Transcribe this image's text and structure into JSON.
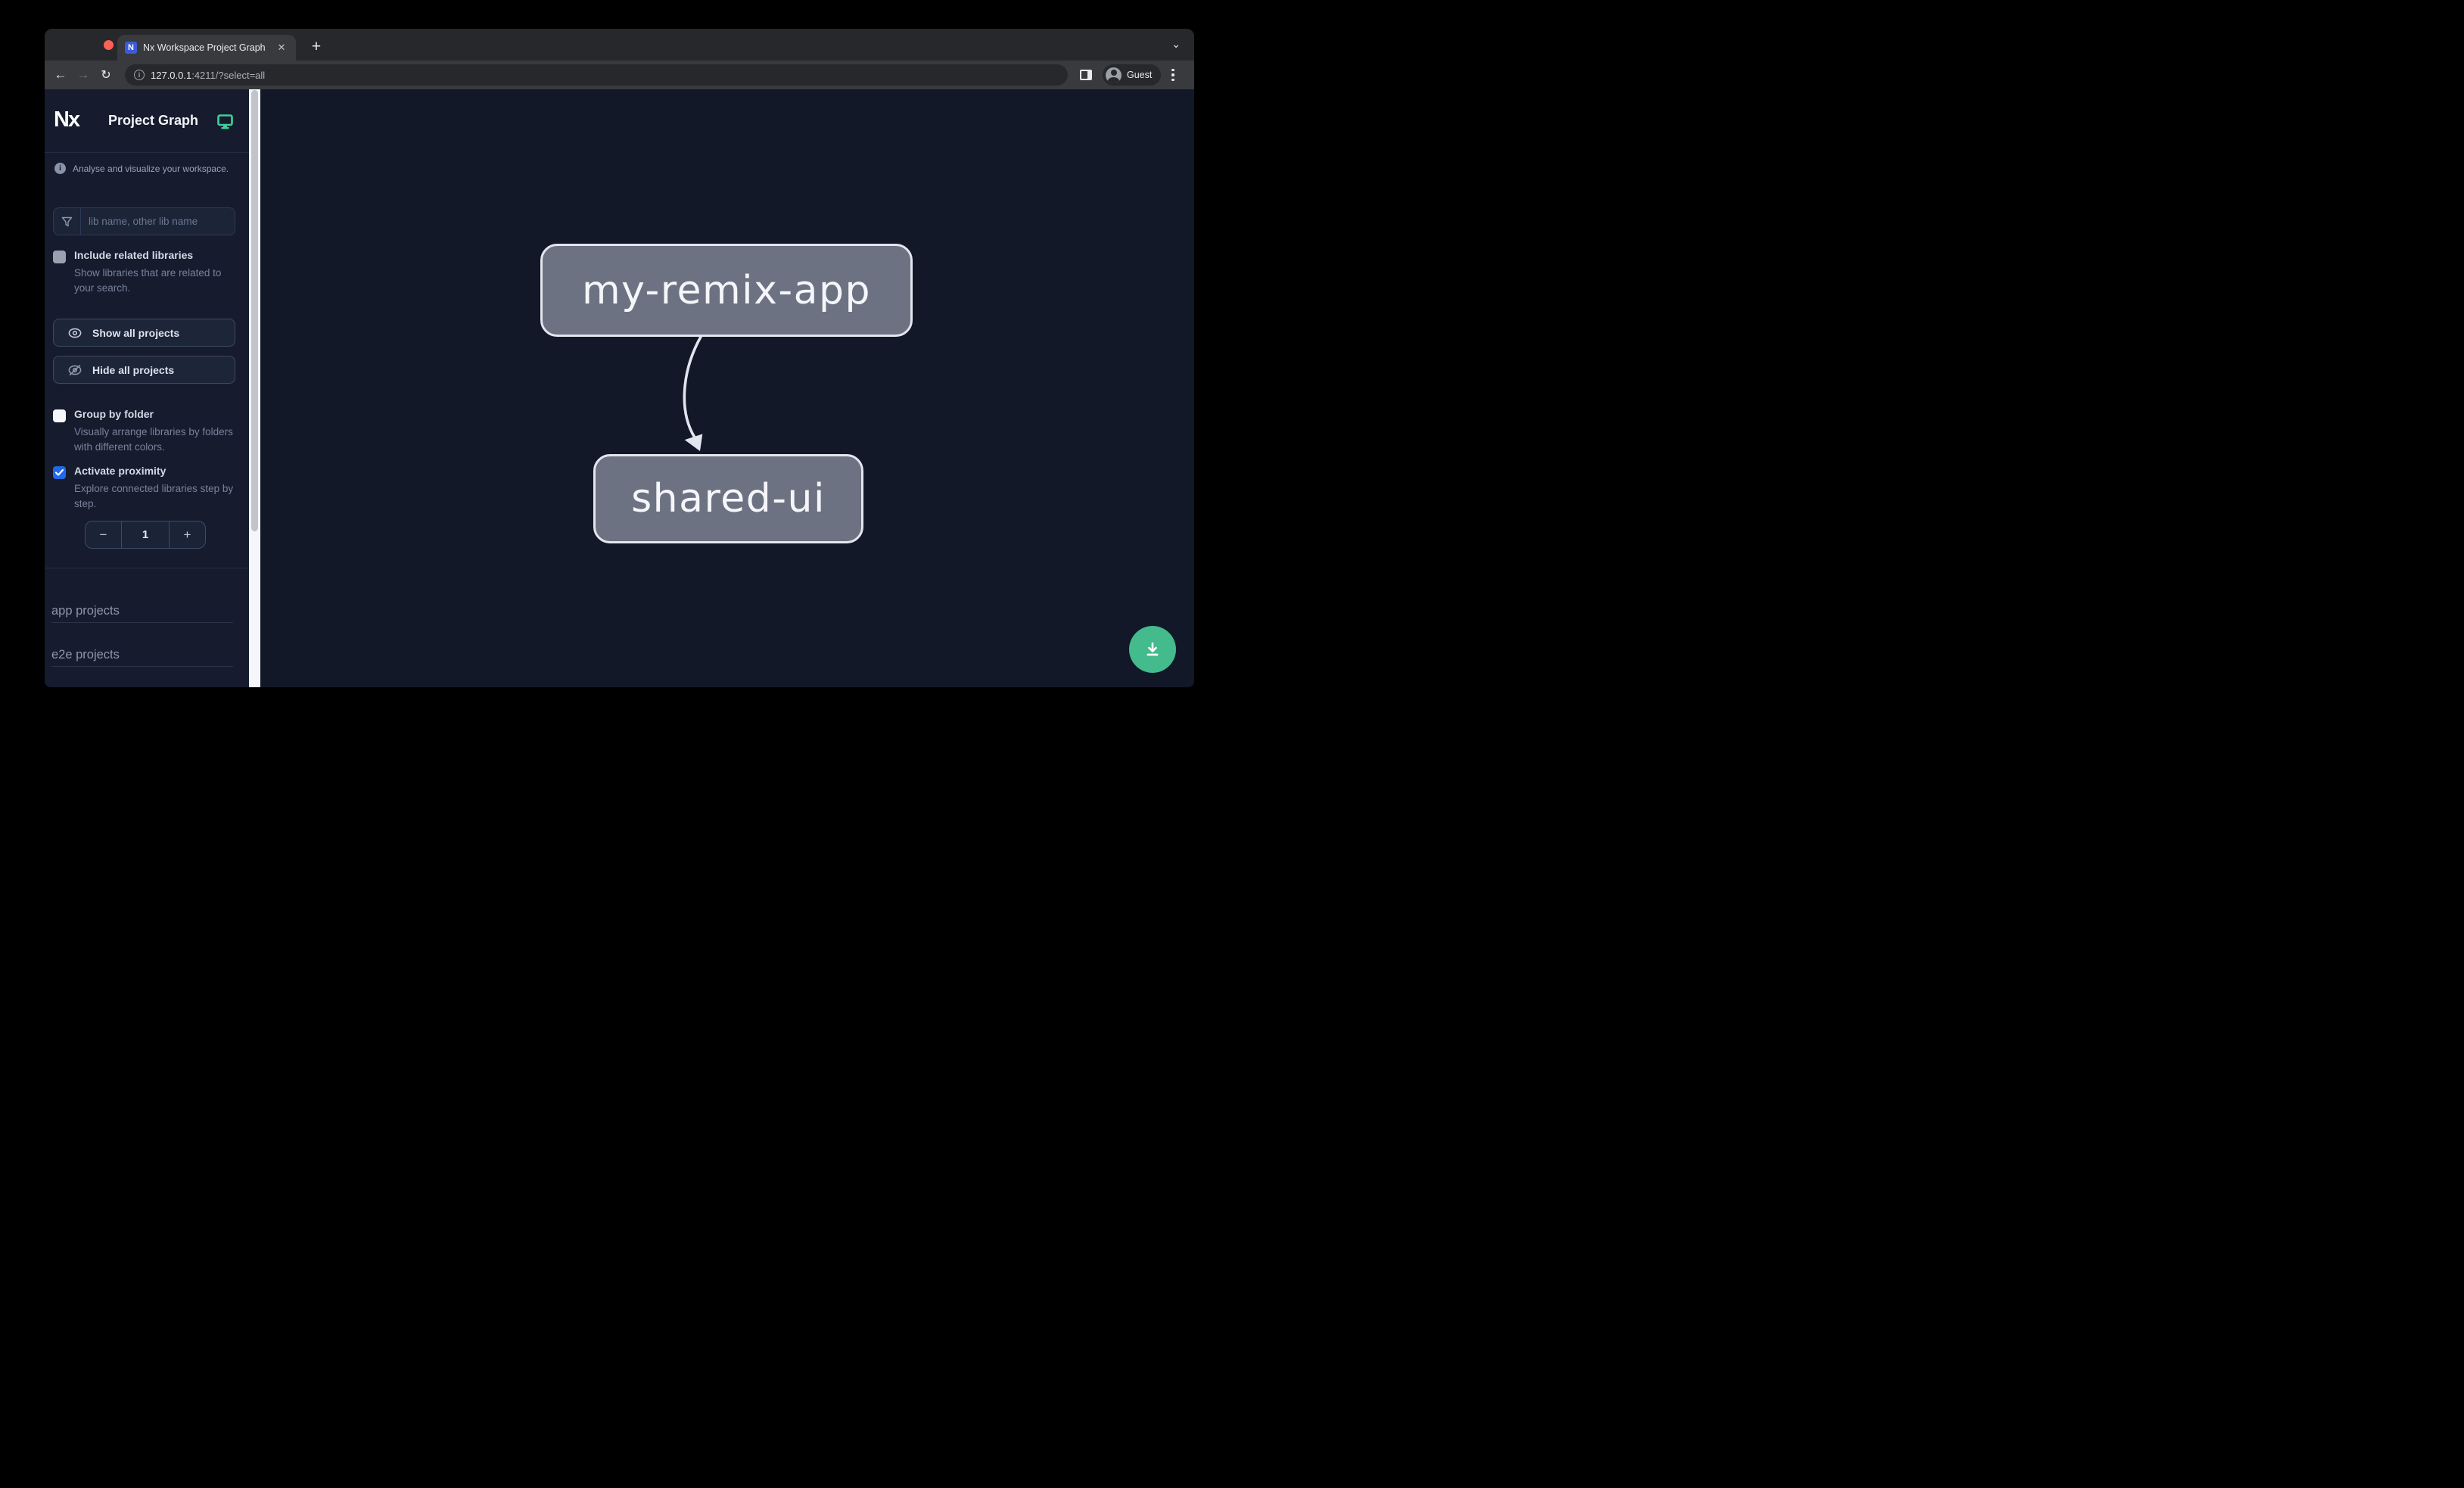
{
  "browser": {
    "tab_title": "Nx Workspace Project Graph",
    "tab_close": "✕",
    "new_tab": "+",
    "back": "←",
    "forward": "→",
    "reload": "↻",
    "url_host": "127.0.0.1",
    "url_rest": ":4211/?select=all",
    "url_info": "i",
    "profile_label": "Guest",
    "strip_chevron": "⌄"
  },
  "sidebar": {
    "logo_text": "Nx",
    "title": "Project Graph",
    "info_glyph": "i",
    "tagline": "Analyse and visualize your workspace.",
    "filter_placeholder": "lib name, other lib name",
    "include_related": {
      "label": "Include related libraries",
      "description": "Show libraries that are related to your search.",
      "checked": false
    },
    "show_all_label": "Show all projects",
    "hide_all_label": "Hide all projects",
    "group_by_folder": {
      "label": "Group by folder",
      "description": "Visually arrange libraries by folders with different colors.",
      "checked": false
    },
    "activate_proximity": {
      "label": "Activate proximity",
      "description": "Explore connected libraries step by step.",
      "checked": true
    },
    "stepper": {
      "decrement": "−",
      "value": "1",
      "increment": "+"
    },
    "sections": {
      "app": "app projects",
      "e2e": "e2e projects"
    }
  },
  "graph": {
    "nodes": {
      "app": "my-remix-app",
      "lib": "shared-ui"
    },
    "edge": {
      "from": "my-remix-app",
      "to": "shared-ui"
    }
  },
  "colors": {
    "accent_green": "#43bb8d",
    "monitor_green": "#3ecf9a",
    "checkbox_blue": "#2368e8",
    "node_fill": "#6d7283",
    "node_border": "#e3e6ee",
    "edge_color": "#e2e5ee",
    "canvas_bg": "#131829",
    "sidebar_bg": "#161c2e"
  }
}
